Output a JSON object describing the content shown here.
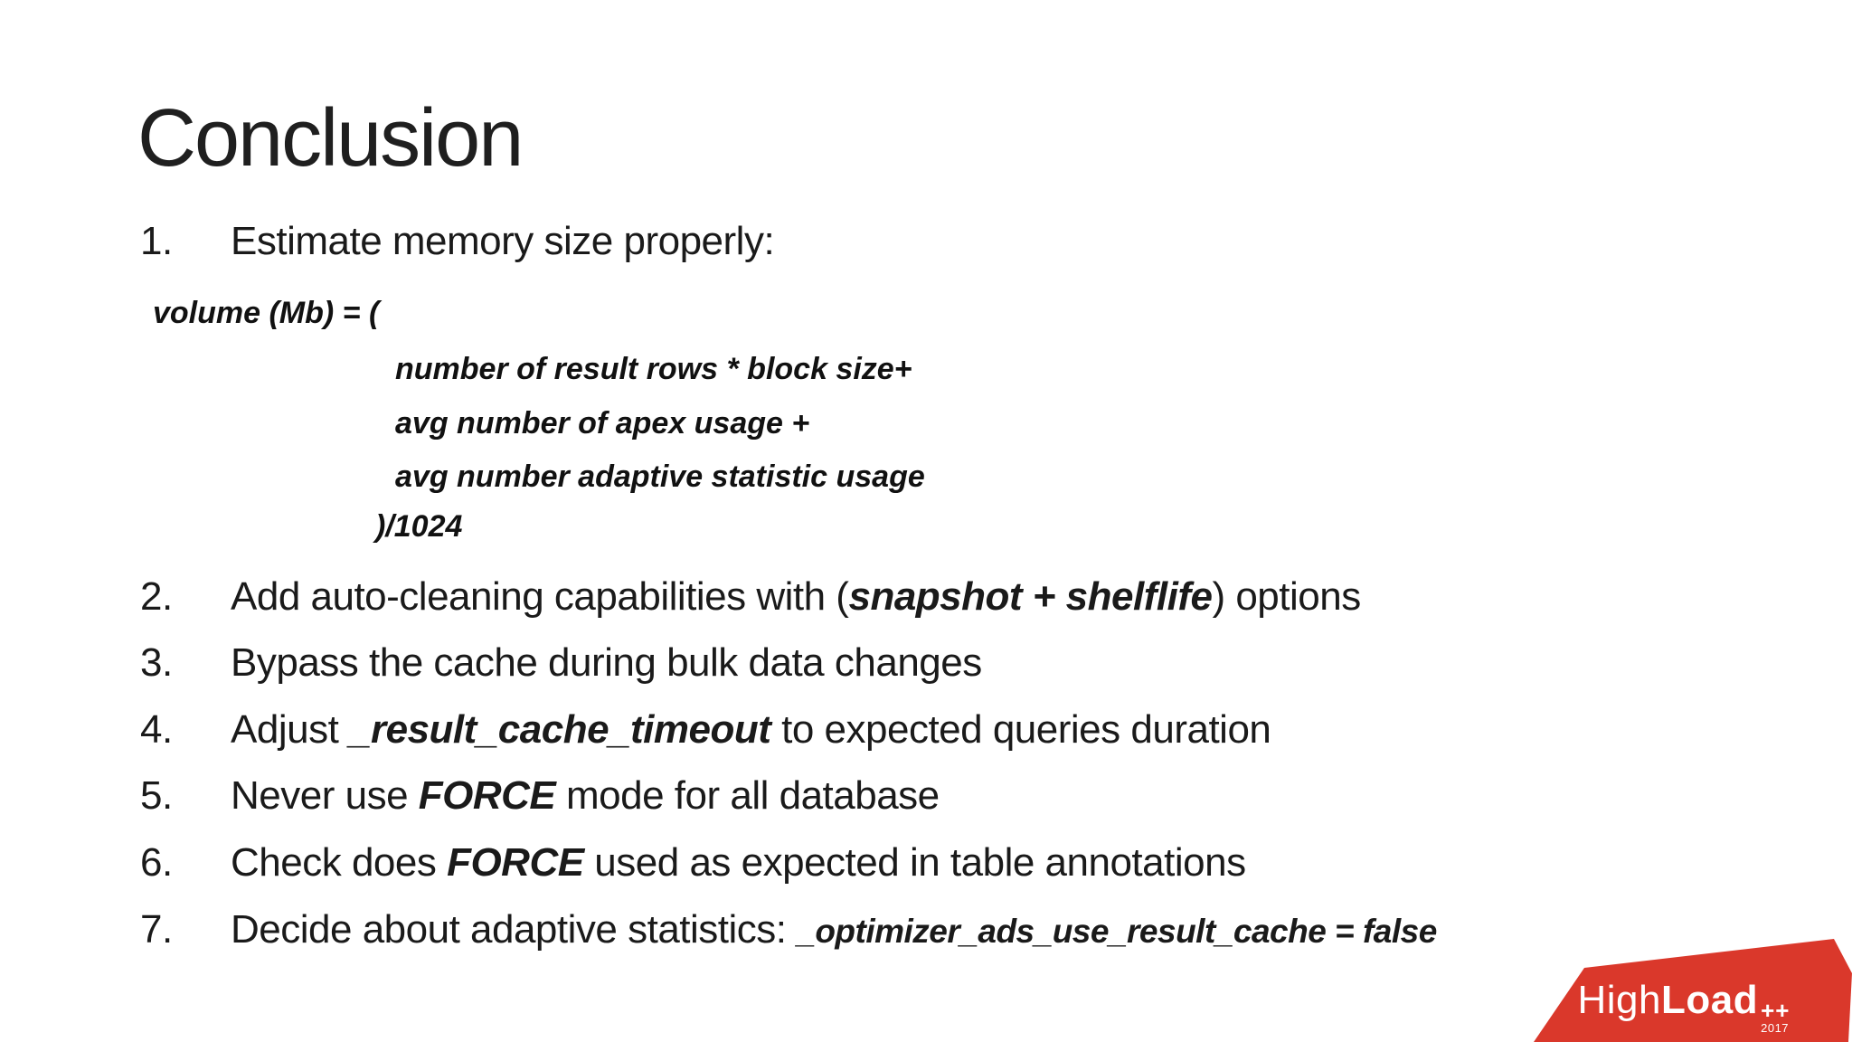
{
  "slide": {
    "title": "Conclusion",
    "list": {
      "items": [
        {
          "num": "1.",
          "pre": "Estimate memory size properly:",
          "bold": "",
          "post": ""
        },
        {
          "num": "2.",
          "pre": "Add auto-cleaning capabilities with (",
          "bold": "snapshot + shelflife",
          "post": ") options"
        },
        {
          "num": "3.",
          "pre": "Bypass the cache during bulk data changes",
          "bold": "",
          "post": ""
        },
        {
          "num": "4.",
          "pre": "Adjust ",
          "bold": "_result_cache_timeout",
          "post": " to expected queries duration"
        },
        {
          "num": "5.",
          "pre": "Never use ",
          "bold": "FORCE",
          "post": " mode for all database"
        },
        {
          "num": "6.",
          "pre": "Check does ",
          "bold": "FORCE",
          "post": " used as expected in table annotations"
        },
        {
          "num": "7.",
          "pre": "Decide about adaptive statistics: ",
          "bold": "_optimizer_ads_use_result_cache = false",
          "post": ""
        }
      ]
    },
    "formula": {
      "lines": [
        "volume (Mb) = (",
        "number of result rows * block size+",
        "avg number of apex usage +",
        "avg number adaptive statistic usage",
        ")/1024"
      ]
    },
    "logo": {
      "high": "High",
      "load": "Load",
      "plus": "++",
      "year": "2017",
      "color": "#da382b"
    }
  },
  "colors": {
    "background": "#ffffff",
    "text": "#1a1a1a",
    "logo_red": "#da382b"
  }
}
